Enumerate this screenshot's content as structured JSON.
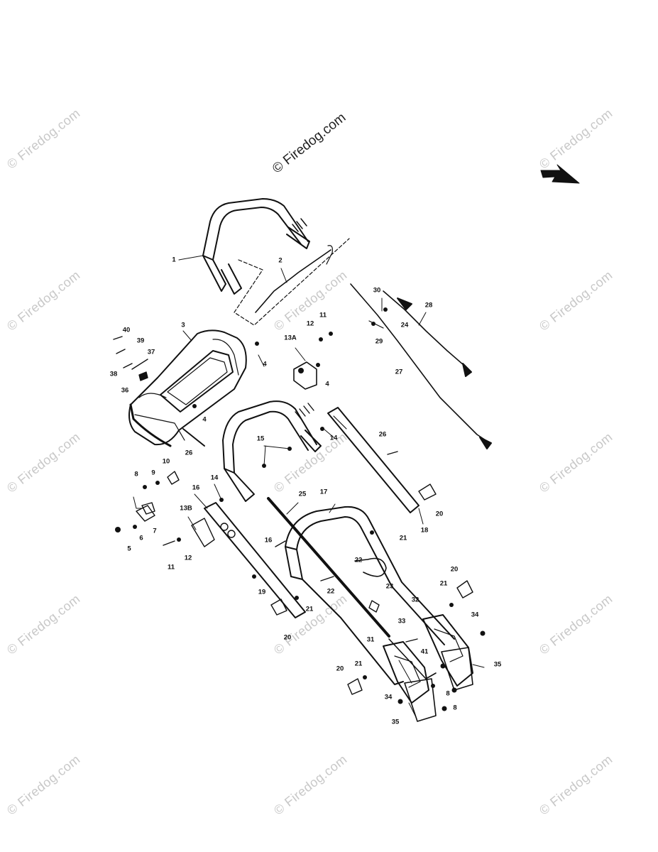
{
  "watermark": {
    "main_text": "© Firedog.com",
    "tile_text": "© Firedog.com"
  },
  "callouts": [
    {
      "id": "c1",
      "label": "1"
    },
    {
      "id": "c2",
      "label": "2"
    },
    {
      "id": "c3",
      "label": "3"
    },
    {
      "id": "c4a",
      "label": "4"
    },
    {
      "id": "c4b",
      "label": "4"
    },
    {
      "id": "c4c",
      "label": "4"
    },
    {
      "id": "c5",
      "label": "5"
    },
    {
      "id": "c6",
      "label": "6"
    },
    {
      "id": "c7",
      "label": "7"
    },
    {
      "id": "c8a",
      "label": "8"
    },
    {
      "id": "c8b",
      "label": "8"
    },
    {
      "id": "c8c",
      "label": "8"
    },
    {
      "id": "c9",
      "label": "9"
    },
    {
      "id": "c10",
      "label": "10"
    },
    {
      "id": "c11a",
      "label": "11"
    },
    {
      "id": "c11b",
      "label": "11"
    },
    {
      "id": "c12a",
      "label": "12"
    },
    {
      "id": "c12b",
      "label": "12"
    },
    {
      "id": "c13a",
      "label": "13A"
    },
    {
      "id": "c13b",
      "label": "13B"
    },
    {
      "id": "c14a",
      "label": "14"
    },
    {
      "id": "c14b",
      "label": "14"
    },
    {
      "id": "c15",
      "label": "15"
    },
    {
      "id": "c16a",
      "label": "16"
    },
    {
      "id": "c16b",
      "label": "16"
    },
    {
      "id": "c17",
      "label": "17"
    },
    {
      "id": "c18",
      "label": "18"
    },
    {
      "id": "c19",
      "label": "19"
    },
    {
      "id": "c20a",
      "label": "20"
    },
    {
      "id": "c20b",
      "label": "20"
    },
    {
      "id": "c20c",
      "label": "20"
    },
    {
      "id": "c20d",
      "label": "20"
    },
    {
      "id": "c21a",
      "label": "21"
    },
    {
      "id": "c21b",
      "label": "21"
    },
    {
      "id": "c21c",
      "label": "21"
    },
    {
      "id": "c21d",
      "label": "21"
    },
    {
      "id": "c22a",
      "label": "22"
    },
    {
      "id": "c22b",
      "label": "22"
    },
    {
      "id": "c23",
      "label": "23"
    },
    {
      "id": "c24",
      "label": "24"
    },
    {
      "id": "c25",
      "label": "25"
    },
    {
      "id": "c26a",
      "label": "26"
    },
    {
      "id": "c26b",
      "label": "26"
    },
    {
      "id": "c27",
      "label": "27"
    },
    {
      "id": "c28",
      "label": "28"
    },
    {
      "id": "c29",
      "label": "29"
    },
    {
      "id": "c30",
      "label": "30"
    },
    {
      "id": "c31",
      "label": "31"
    },
    {
      "id": "c32",
      "label": "32"
    },
    {
      "id": "c33",
      "label": "33"
    },
    {
      "id": "c34a",
      "label": "34"
    },
    {
      "id": "c34b",
      "label": "34"
    },
    {
      "id": "c35a",
      "label": "35"
    },
    {
      "id": "c35b",
      "label": "35"
    },
    {
      "id": "c36",
      "label": "36"
    },
    {
      "id": "c37",
      "label": "37"
    },
    {
      "id": "c38",
      "label": "38"
    },
    {
      "id": "c39",
      "label": "39"
    },
    {
      "id": "c40",
      "label": "40"
    },
    {
      "id": "c41",
      "label": "41"
    }
  ]
}
